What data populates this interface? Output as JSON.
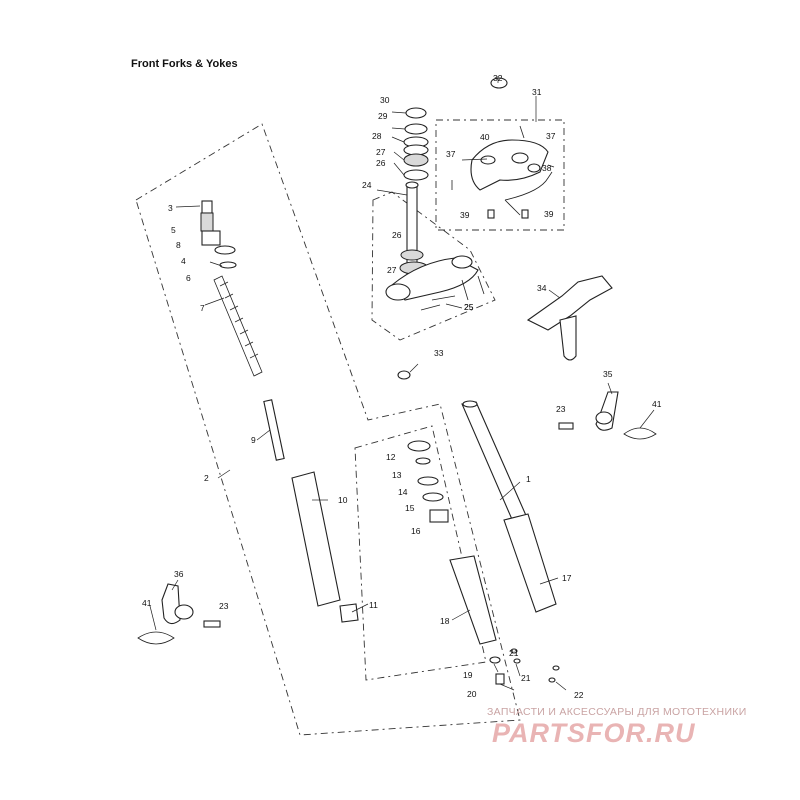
{
  "title": "Front Forks & Yokes",
  "callouts": [
    "1",
    "2",
    "3",
    "4",
    "5",
    "6",
    "7",
    "8",
    "9",
    "10",
    "11",
    "12",
    "13",
    "14",
    "15",
    "16",
    "17",
    "18",
    "19",
    "20",
    "21",
    "21",
    "22",
    "23",
    "23",
    "24",
    "25",
    "25",
    "26",
    "26",
    "27",
    "27",
    "28",
    "29",
    "30",
    "31",
    "32",
    "33",
    "34",
    "35",
    "36",
    "37",
    "37",
    "38",
    "39",
    "39",
    "40",
    "41",
    "41"
  ],
  "watermark": {
    "caption": "ЗАПЧАСТИ И АКСЕССУАРЫ ДЛЯ МОТОТЕХНИКИ",
    "logo": "PARTSFOR.RU"
  }
}
